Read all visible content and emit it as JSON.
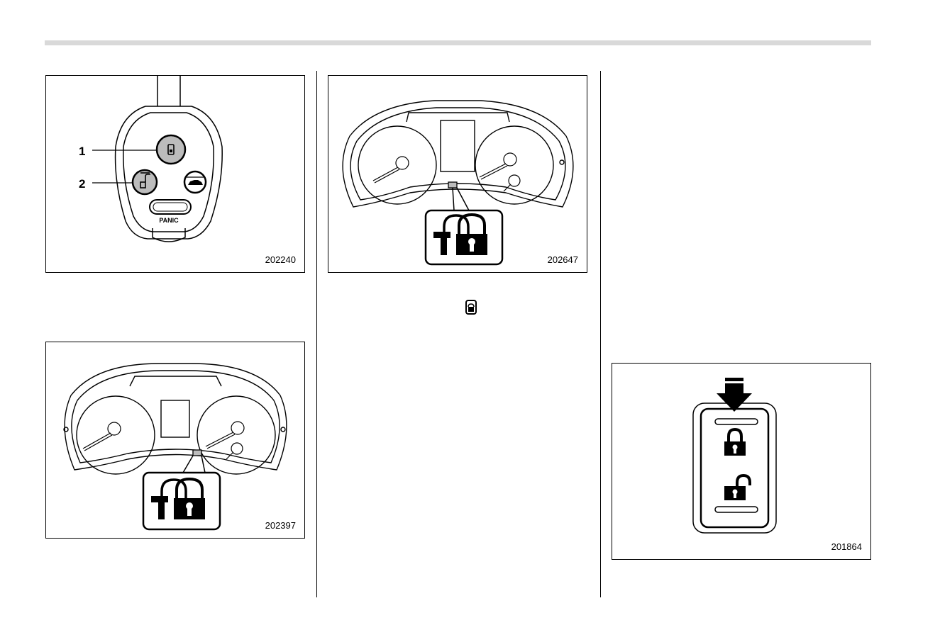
{
  "figures": {
    "keyfob": {
      "number": "202240",
      "callouts": [
        "1",
        "2"
      ],
      "panic_label": "PANIC",
      "icons": [
        "lock-icon",
        "unlock-icon",
        "trunk-icon"
      ]
    },
    "cluster_a": {
      "number": "202397",
      "icons": [
        "security-indicator-icon"
      ]
    },
    "cluster_b": {
      "number": "202647",
      "icons": [
        "security-indicator-icon"
      ]
    },
    "lock_switch": {
      "number": "201864",
      "icons": [
        "press-arrow-icon",
        "lock-icon",
        "unlock-icon"
      ]
    }
  },
  "inline_icon": "lock-button-icon"
}
